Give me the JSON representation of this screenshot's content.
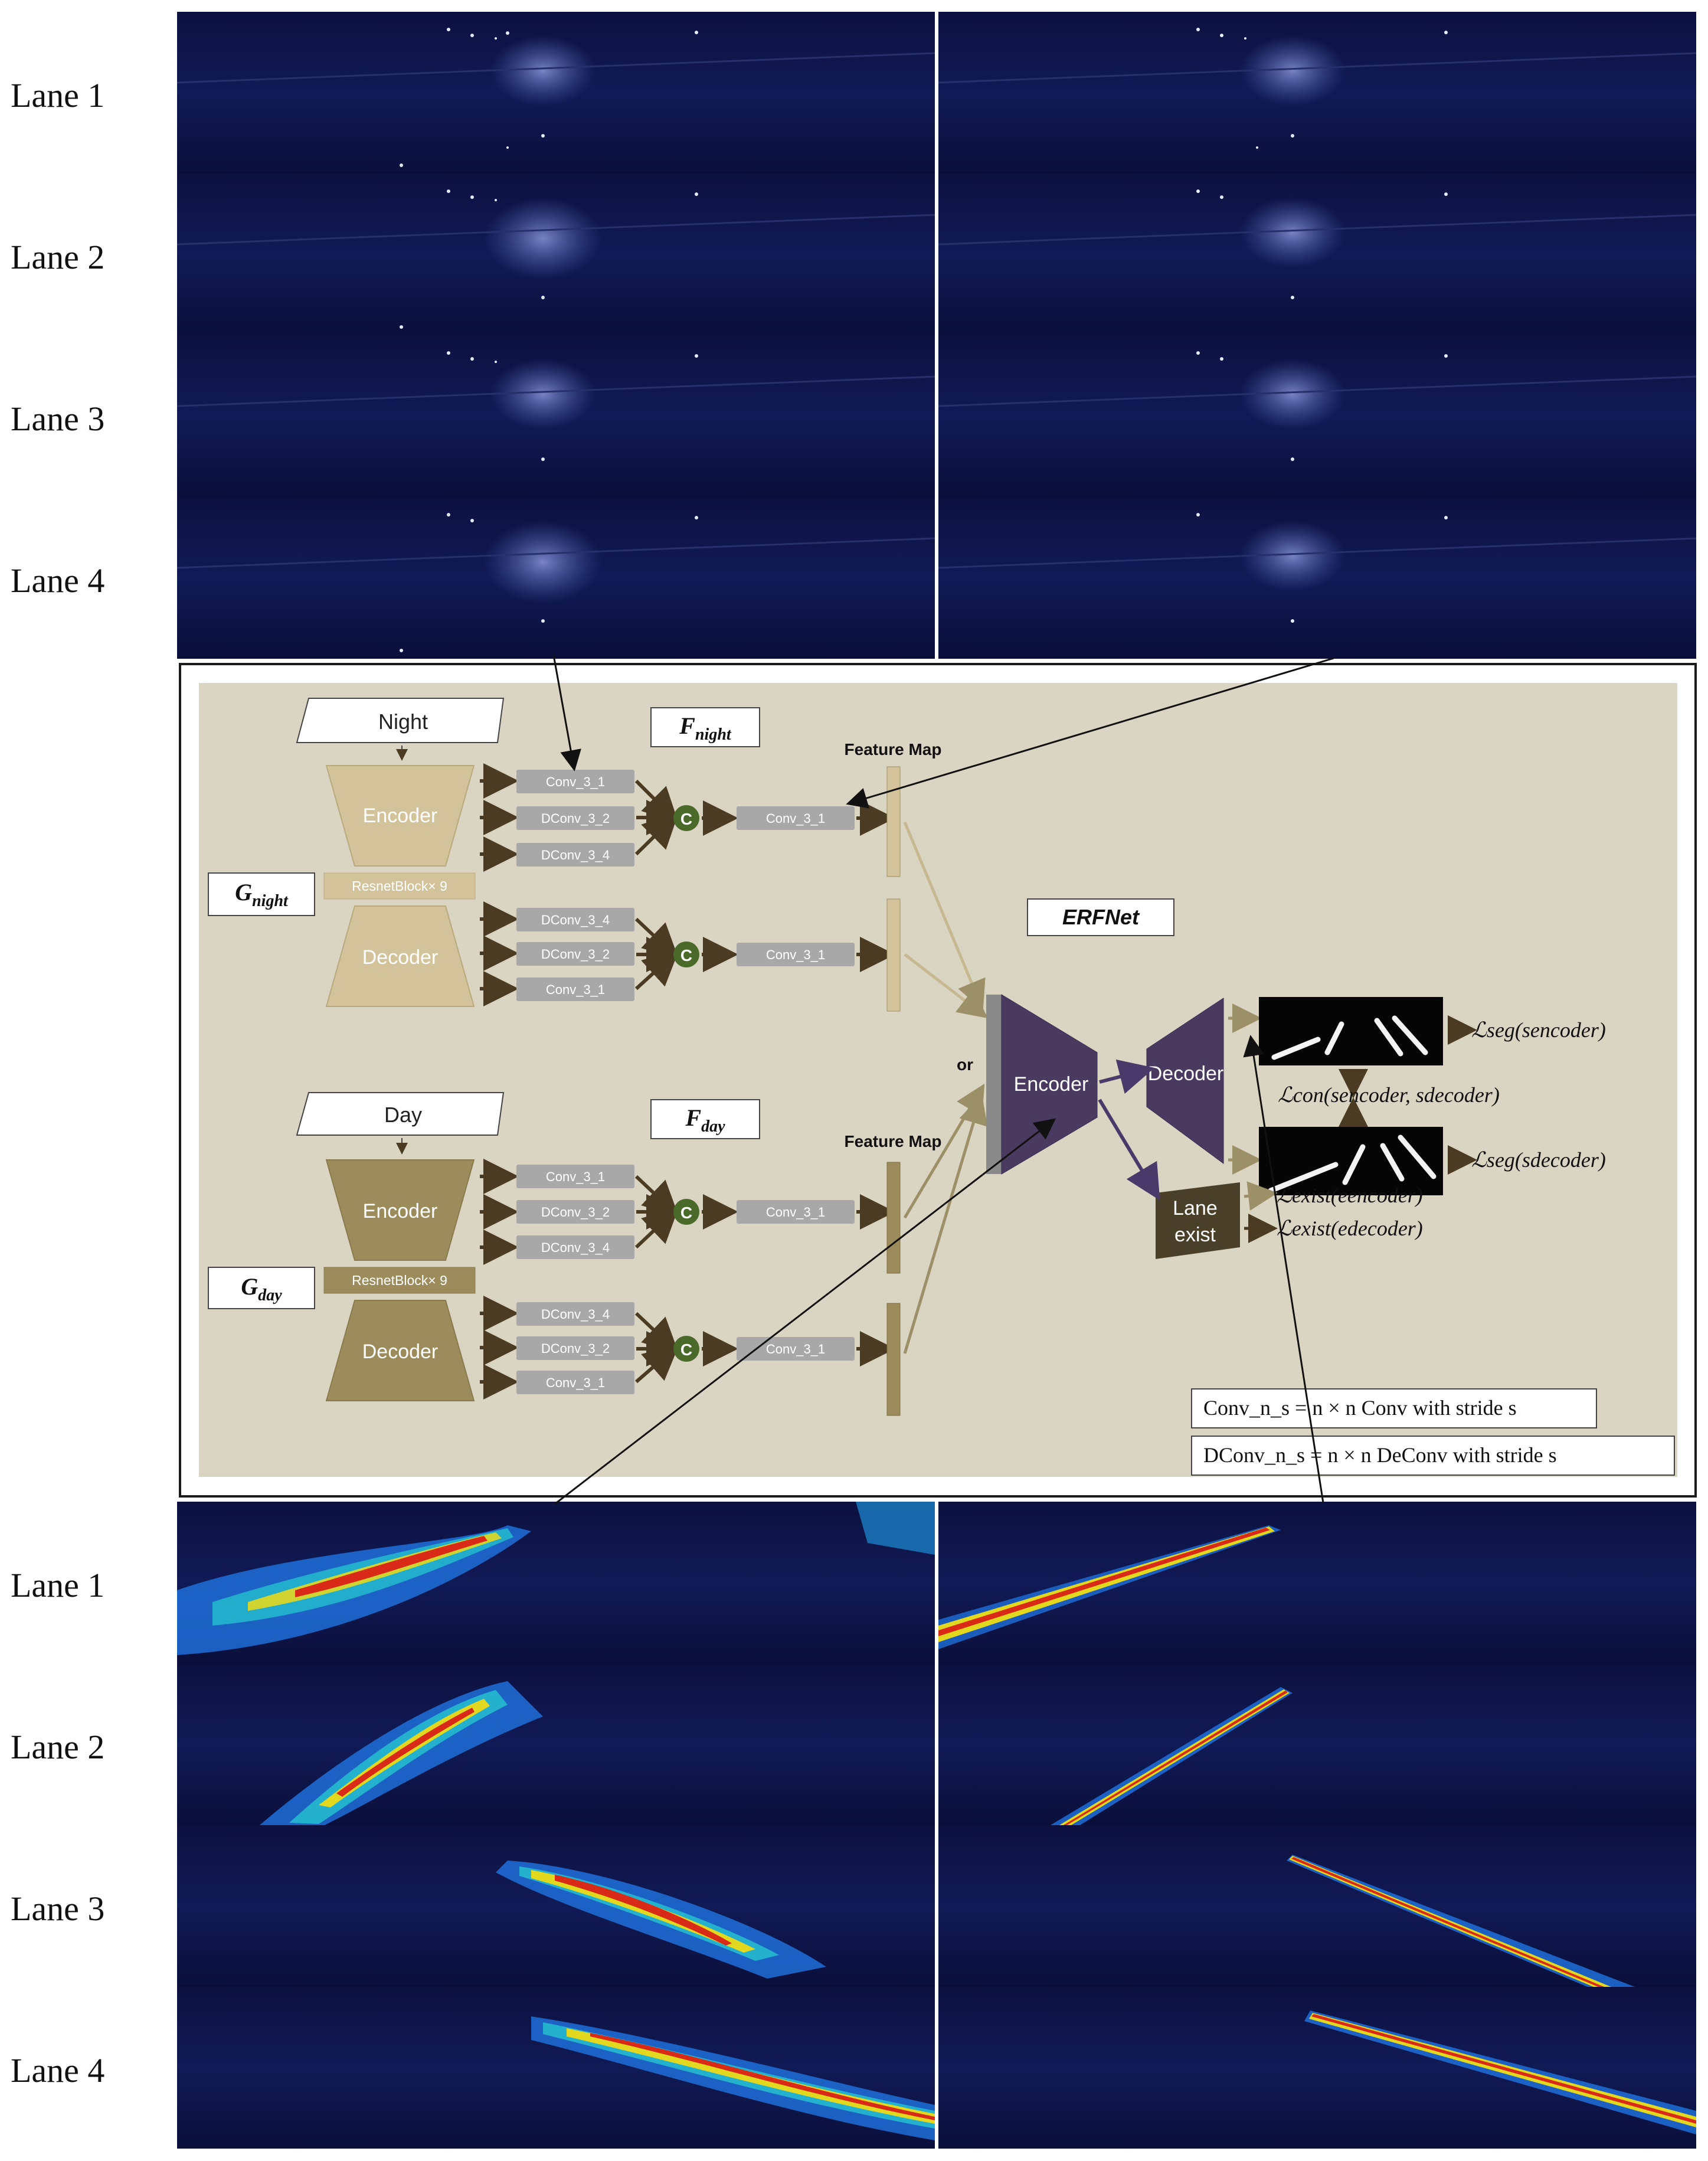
{
  "top_grid": {
    "lanes": [
      "Lane 1",
      "Lane 2",
      "Lane 3",
      "Lane 4"
    ]
  },
  "bottom_grid": {
    "lanes": [
      "Lane 1",
      "Lane 2",
      "Lane 3",
      "Lane 4"
    ]
  },
  "diagram": {
    "night_label": "Night",
    "day_label": "Day",
    "encoder": "Encoder",
    "decoder": "Decoder",
    "resnet_block": "ResnetBlock× 9",
    "g_night_main": "G",
    "g_night_sub": "night",
    "g_day_main": "G",
    "g_day_sub": "day",
    "f_night_main": "F",
    "f_night_sub": "night",
    "f_day_main": "F",
    "f_day_sub": "day",
    "concat": "C",
    "feature_map": "Feature Map",
    "or": "or",
    "erfnet": "ERFNet",
    "erf_encoder": "Encoder",
    "erf_decoder": "Decoder",
    "lane_exist_1": "Lane",
    "lane_exist_2": "exist",
    "enc_convs": [
      "Conv_3_1",
      "DConv_3_2",
      "DConv_3_4"
    ],
    "dec_convs": [
      "DConv_3_4",
      "DConv_3_2",
      "Conv_3_1"
    ],
    "fuse_conv": "Conv_3_1",
    "loss_seg_enc": "ℒseg(sencoder)",
    "loss_con": "ℒcon(sencoder, sdecoder)",
    "loss_seg_dec": "ℒseg(sdecoder)",
    "loss_exist_enc": "ℒexist(eencoder)",
    "loss_exist_dec": "ℒexist(edecoder)",
    "legend_conv": "Conv_n_s = n × n Conv with stride s",
    "legend_dconv": "DConv_n_s = n × n DeConv with stride s"
  }
}
